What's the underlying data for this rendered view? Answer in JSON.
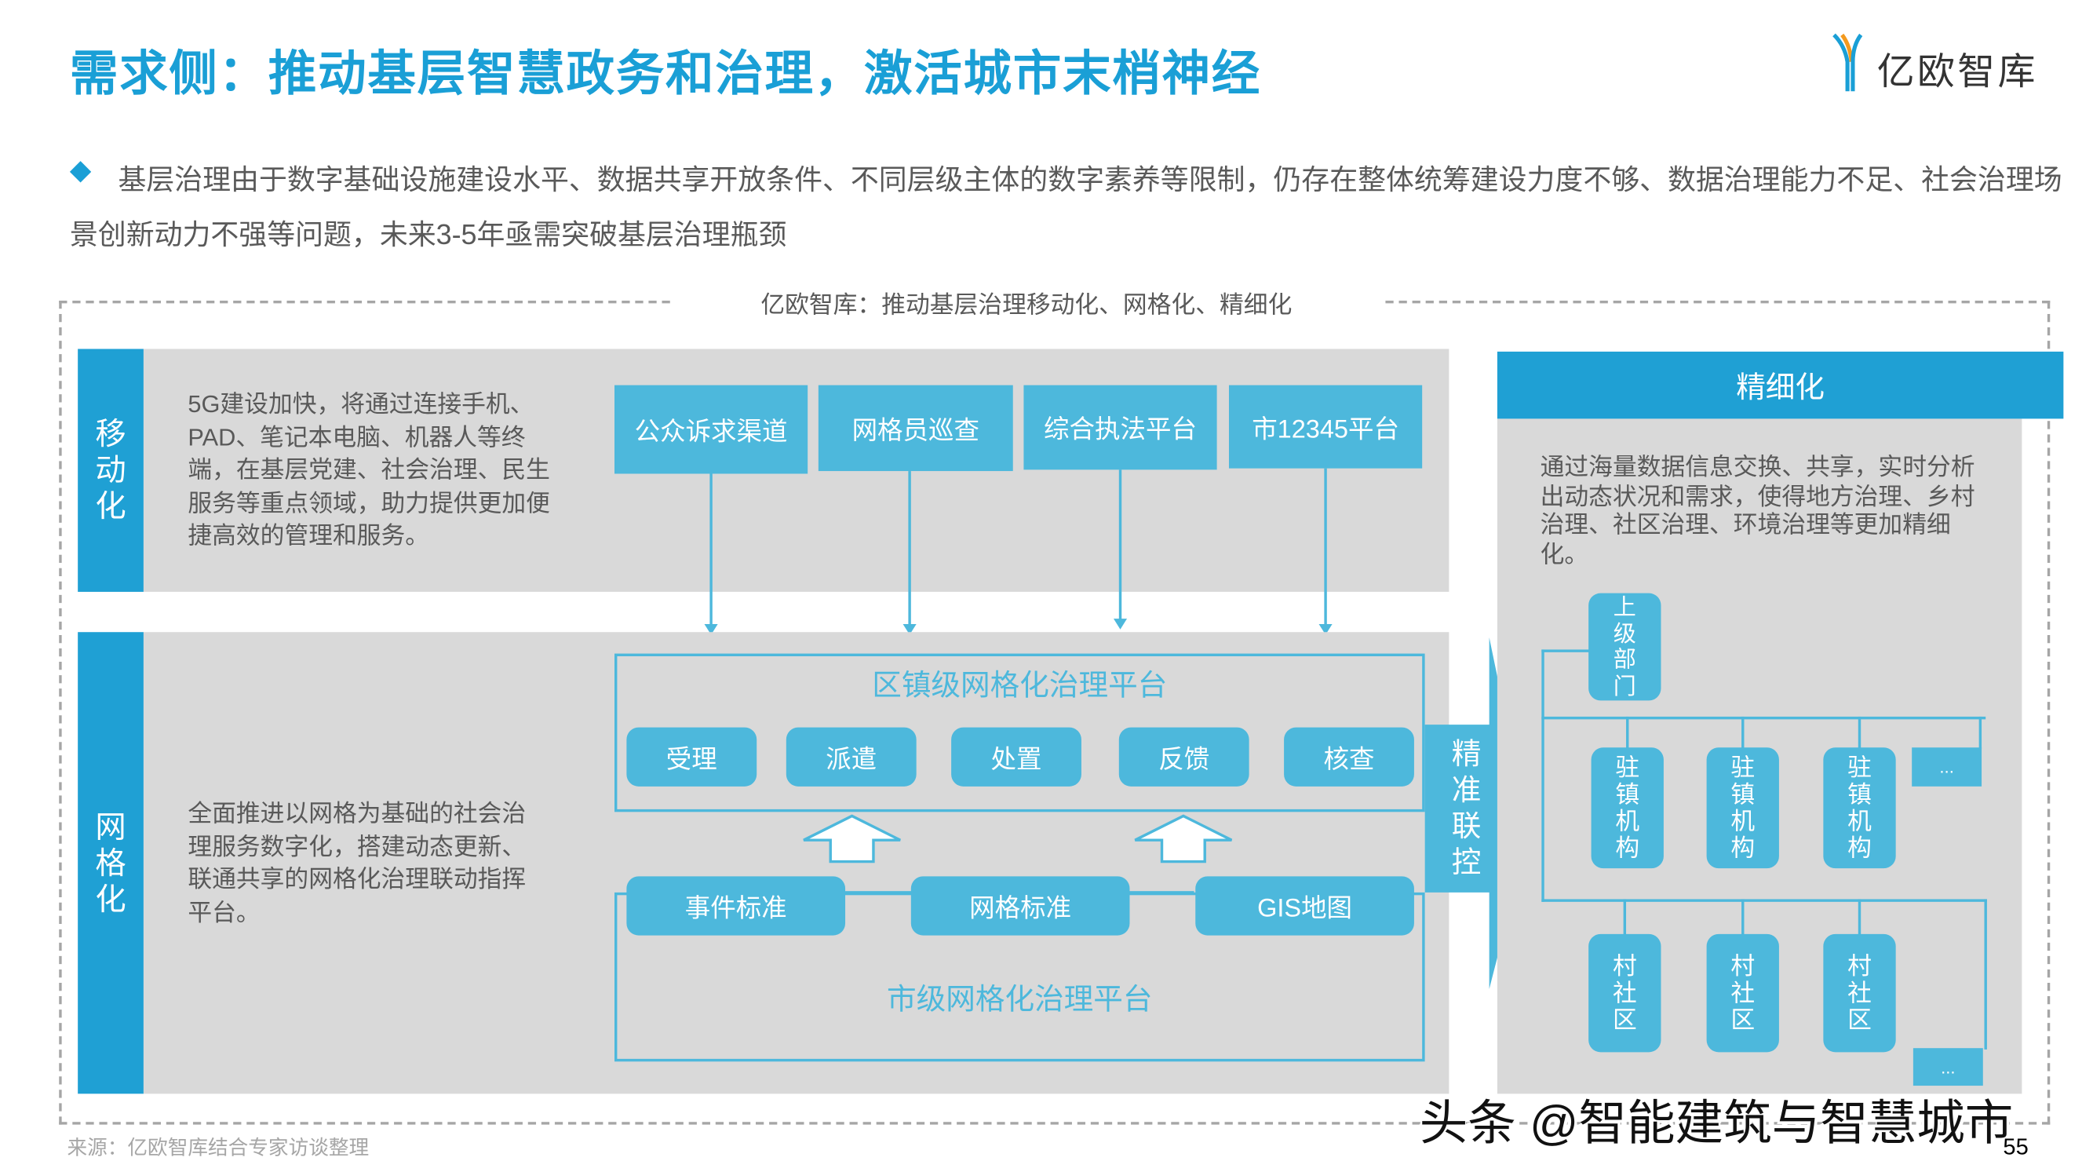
{
  "header": {
    "title": "需求侧：推动基层智慧政务和治理，激活城市末梢神经",
    "logo_text": "亿欧智库"
  },
  "bullet": {
    "text": "基层治理由于数字基础设施建设水平、数据共享开放条件、不同层级主体的数字素养等限制，仍存在整体统筹建设力度不够、数据治理能力不足、社会治理场景创新动力不强等问题，未来3-5年亟需突破基层治理瓶颈"
  },
  "diagram": {
    "title": "亿欧智库：推动基层治理移动化、网格化、精细化",
    "mobile": {
      "label": "移动化",
      "text": "5G建设加快，将通过连接手机、PAD、笔记本电脑、机器人等终端，在基层党建、社会治理、民生服务等重点领域，助力提供更加便捷高效的管理和服务。",
      "channels": [
        "公众诉求渠道",
        "网格员巡查",
        "综合执法平台",
        "市12345平台"
      ]
    },
    "grid": {
      "label": "网格化",
      "text": "全面推进以网格为基础的社会治理服务数字化，搭建动态更新、联通共享的网格化治理联动指挥平台。",
      "district_platform": "区镇级网格化治理平台",
      "steps": [
        "受理",
        "派遣",
        "处置",
        "反馈",
        "核查"
      ],
      "standards": [
        "事件标准",
        "网格标准",
        "GIS地图"
      ],
      "city_platform": "市级网格化治理平台"
    },
    "arrow_label": "精准联控",
    "refined": {
      "label": "精细化",
      "text": "通过海量数据信息交换、共享，实时分析出动态状况和需求，使得地方治理、乡村治理、社区治理、环境治理等更加精细化。",
      "top": "上级部门",
      "agencies": [
        "驻镇机构",
        "驻镇机构",
        "驻镇机构"
      ],
      "communities": [
        "村社区",
        "村社区",
        "村社区"
      ],
      "more": "..."
    }
  },
  "footer": {
    "source": "来源：亿欧智库结合专家访谈整理",
    "watermark": "头条 @智能建筑与智慧城市",
    "page": "55"
  },
  "colors": {
    "brand": "#1a9fd6",
    "box": "#4db8dc",
    "panel": "#d9d9d9"
  }
}
